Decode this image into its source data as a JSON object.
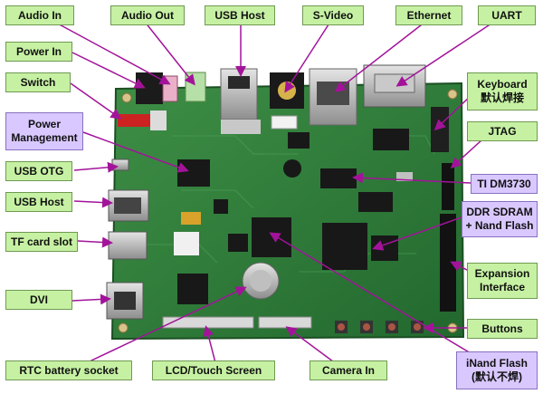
{
  "labels": {
    "audio_in": "Audio In",
    "audio_out": "Audio Out",
    "usb_host_top": "USB Host",
    "s_video": "S-Video",
    "ethernet": "Ethernet",
    "uart": "UART",
    "power_in": "Power In",
    "switch": "Switch",
    "keyboard_1": "Keyboard",
    "keyboard_2": "默认焊接",
    "power_mgmt_1": "Power",
    "power_mgmt_2": "Management",
    "jtag": "JTAG",
    "usb_otg": "USB OTG",
    "ti_dm3730": "TI DM3730",
    "usb_host_left": "USB Host",
    "ddr_1": "DDR SDRAM",
    "ddr_2": "+ Nand Flash",
    "tf_card": "TF card slot",
    "expansion_1": "Expansion",
    "expansion_2": "Interface",
    "dvi": "DVI",
    "buttons": "Buttons",
    "inand_1": "iNand Flash",
    "inand_2": "(默认不焊)",
    "rtc": "RTC battery socket",
    "lcd": "LCD/Touch Screen",
    "camera": "Camera In"
  },
  "colors": {
    "label_green": "#c6f1a3",
    "label_lavender": "#d9c8ff",
    "leader_line": "#a3139a",
    "pcb_green": "#2f7d3a"
  }
}
